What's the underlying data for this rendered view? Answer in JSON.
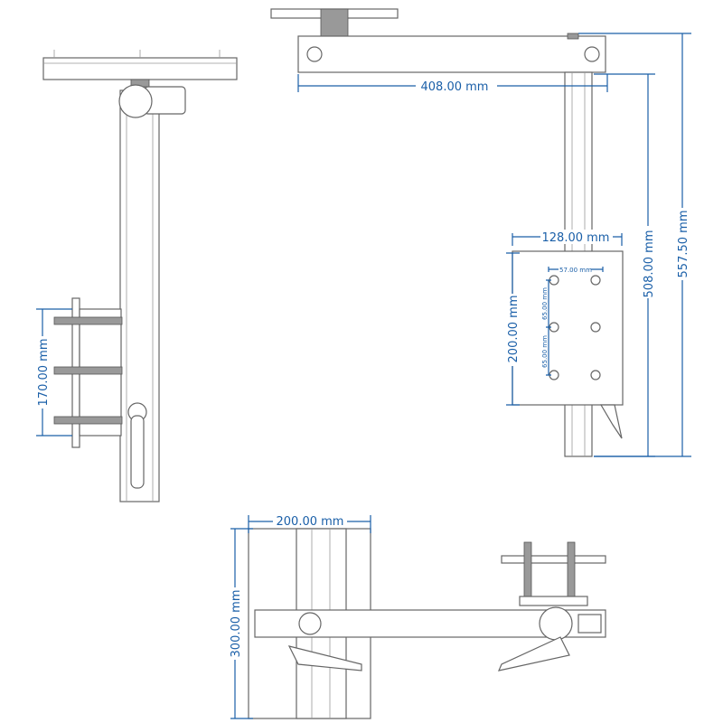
{
  "dimensions": {
    "side_clamp_height": "170.00 mm",
    "arm_length": "408.00 mm",
    "plate_width": "128.00 mm",
    "plate_height": "200.00 mm",
    "hole_h_spacing": "57.00 mm",
    "hole_v_spacing_1": "65.00 mm",
    "hole_v_spacing_2": "65.00 mm",
    "post_height": "508.00 mm",
    "total_height": "557.50 mm",
    "base_width": "200.00 mm",
    "base_height": "300.00 mm"
  },
  "colors": {
    "dimension": "#1a5fa8",
    "line": "#666666"
  }
}
